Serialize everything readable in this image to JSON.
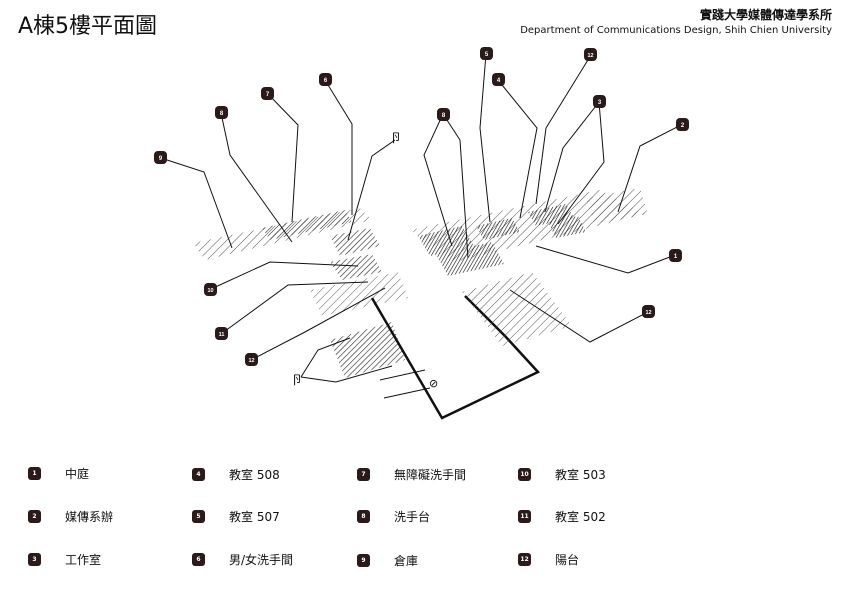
{
  "header": {
    "title": "A棟5樓平面圖",
    "org_cn": "實踐大學媒體傳達學系所",
    "org_en": "Department of  Communications Design, Shih Chien University"
  },
  "plan": {
    "markers": [
      {
        "num": "1",
        "label": "中庭"
      },
      {
        "num": "2",
        "label": "媒傳系辦"
      },
      {
        "num": "3",
        "label": "工作室"
      },
      {
        "num": "4",
        "label": "教室 508"
      },
      {
        "num": "5",
        "label": "教室 507"
      },
      {
        "num": "6",
        "label": "男/女洗手間"
      },
      {
        "num": "7",
        "label": "無障礙洗手間"
      },
      {
        "num": "8",
        "label": "洗手台"
      },
      {
        "num": "9",
        "label": "倉庫"
      },
      {
        "num": "10",
        "label": "教室 503"
      },
      {
        "num": "11",
        "label": "教室 502"
      },
      {
        "num": "12",
        "label": "陽台"
      }
    ],
    "stair_glyph": "卪"
  },
  "legend": [
    {
      "num": "1",
      "label": "中庭"
    },
    {
      "num": "2",
      "label": "媒傳系辦"
    },
    {
      "num": "3",
      "label": "工作室"
    },
    {
      "num": "4",
      "label": "教室 508"
    },
    {
      "num": "5",
      "label": "教室 507"
    },
    {
      "num": "6",
      "label": "男/女洗手間"
    },
    {
      "num": "7",
      "label": "無障礙洗手間"
    },
    {
      "num": "8",
      "label": "洗手台"
    },
    {
      "num": "9",
      "label": "倉庫"
    },
    {
      "num": "10",
      "label": "教室 503"
    },
    {
      "num": "11",
      "label": "教室 502"
    },
    {
      "num": "12",
      "label": "陽台"
    }
  ]
}
